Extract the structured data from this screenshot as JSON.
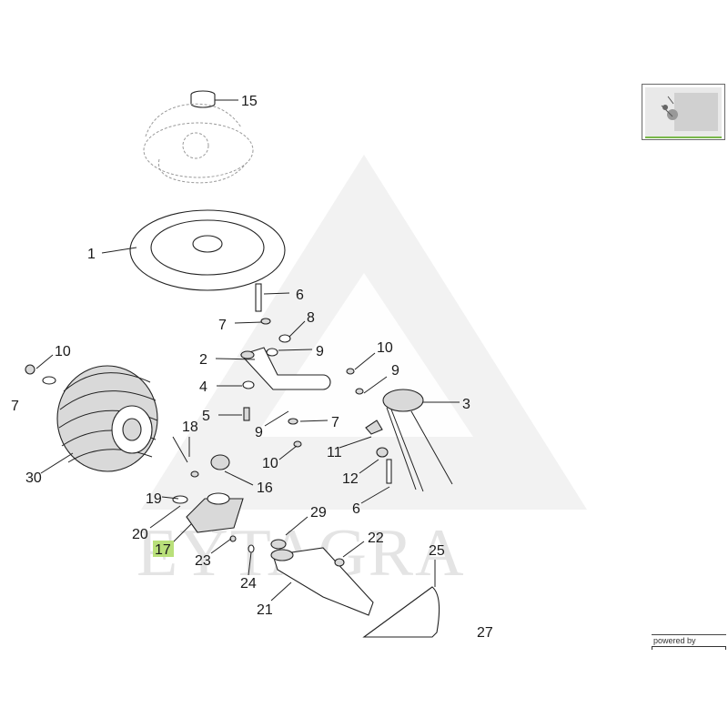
{
  "watermark": {
    "text": "EYTAGRA"
  },
  "thumbnail": {
    "name": "diagram-thumbnail"
  },
  "powered": {
    "text": "powered by"
  },
  "highlight_color": "#b9e07a",
  "callouts": {
    "c15": "15",
    "c1": "1",
    "c6a": "6",
    "c7a": "7",
    "c8": "8",
    "c2": "2",
    "c9a": "9",
    "c10a": "10",
    "c9b": "9",
    "c3": "3",
    "c10b": "10",
    "c7b": "7",
    "c4": "4",
    "c5": "5",
    "c9c": "9",
    "c7c": "7",
    "c18": "18",
    "c11": "11",
    "c10c": "10",
    "c30": "30",
    "c16": "16",
    "c12": "12",
    "c19": "19",
    "c6b": "6",
    "c29": "29",
    "c20": "20",
    "c22": "22",
    "c17": "17",
    "c25": "25",
    "c23": "23",
    "c24": "24",
    "c21": "21",
    "c27": "27"
  }
}
